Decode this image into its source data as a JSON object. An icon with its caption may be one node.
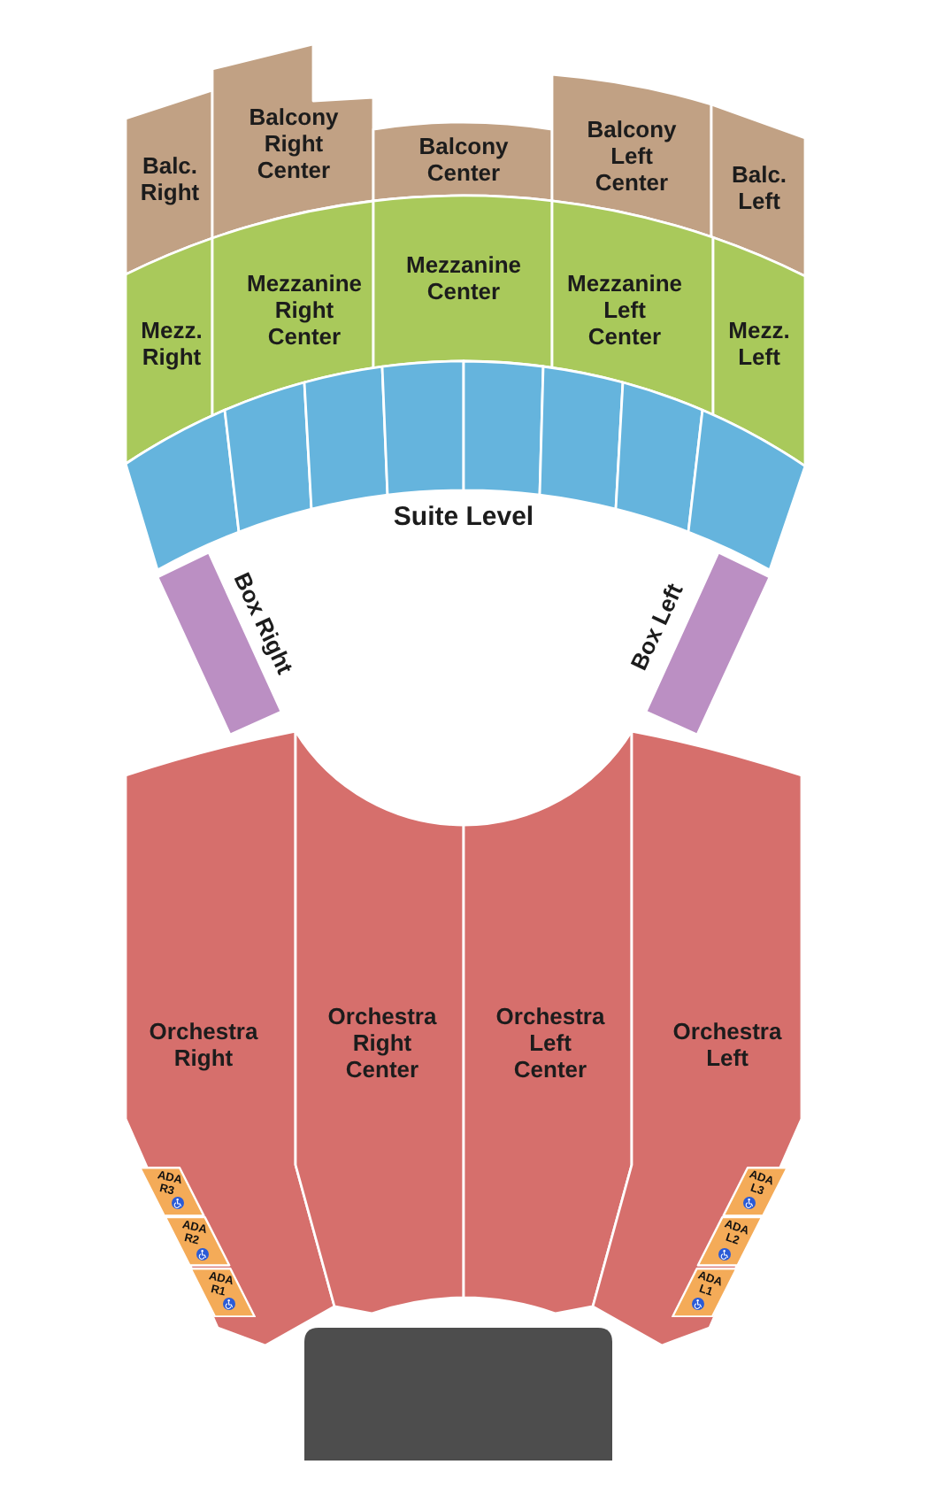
{
  "diagram": {
    "nodes": [
      {
        "text": [
          "Balc. Right"
        ]
      },
      {
        "text": [
          "Balcony Right Center"
        ]
      },
      {
        "text": [
          "Balcony Center"
        ]
      },
      {
        "text": [
          "Balcony Left Center"
        ]
      },
      {
        "text": [
          "Balc. Left"
        ]
      },
      {
        "text": [
          "Mezz. Right"
        ]
      },
      {
        "text": [
          "Mezzanine Right Center"
        ]
      },
      {
        "text": [
          "Mezzanine Center"
        ]
      },
      {
        "text": [
          "Mezzanine Left Center"
        ]
      },
      {
        "text": [
          "Mezz. Left"
        ]
      },
      {
        "text": [],
        "shape": "box"
      },
      {
        "text": [],
        "shape": "box"
      },
      {
        "text": [],
        "shape": "box"
      },
      {
        "text": [],
        "shape": "box"
      },
      {
        "text": [],
        "shape": "box"
      },
      {
        "text": [],
        "shape": "box"
      },
      {
        "text": [],
        "shape": "box"
      },
      {
        "text": [],
        "shape": "box"
      },
      {
        "text": [
          "Box Right"
        ]
      },
      {
        "text": [
          "Box Left"
        ]
      },
      {
        "text": [
          "Orchestra Right"
        ]
      },
      {
        "text": [
          "Orchestra Right Center"
        ]
      },
      {
        "text": [
          "Orchestra Left Center"
        ]
      },
      {
        "text": [
          "Orchestra Left"
        ]
      },
      {
        "text": [
          "ADA R3"
        ],
        "in": 20
      },
      {
        "text": [
          "ADA R2"
        ],
        "in": 20
      },
      {
        "text": [
          "ADA R1"
        ],
        "in": 20
      },
      {
        "text": [
          "ADA L3"
        ],
        "in": 23
      },
      {
        "text": [
          "ADA L2"
        ],
        "in": 23
      },
      {
        "text": [
          "ADA L1"
        ],
        "in": 23
      },
      {
        "text": [],
        "shape": "box"
      }
    ],
    "labels": [
      "Suite Level"
    ]
  }
}
